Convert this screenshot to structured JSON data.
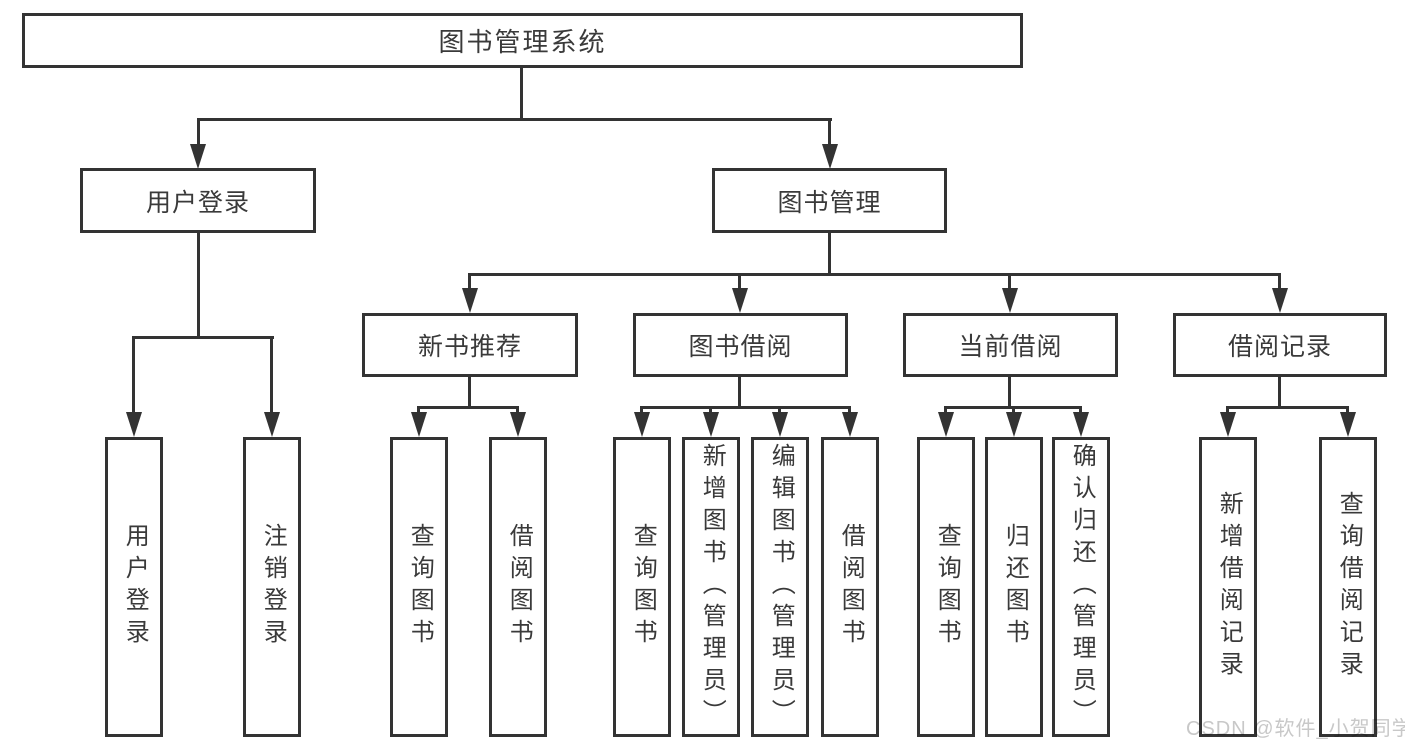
{
  "colors": {
    "line": "#333333",
    "text": "#3a3a3a",
    "watermark": "#c8c8c8",
    "background": "#ffffff"
  },
  "tree": {
    "root": "图书管理系统",
    "children": [
      {
        "label": "用户登录",
        "children": [
          "用户登录",
          "注销登录"
        ]
      },
      {
        "label": "图书管理",
        "children": [
          {
            "label": "新书推荐",
            "children": [
              "查询图书",
              "借阅图书"
            ]
          },
          {
            "label": "图书借阅",
            "children": [
              "查询图书",
              "新增图书（管理员）",
              "编辑图书（管理员）",
              "借阅图书"
            ]
          },
          {
            "label": "当前借阅",
            "children": [
              "查询图书",
              "归还图书",
              "确认归还（管理员）"
            ]
          },
          {
            "label": "借阅记录",
            "children": [
              "新增借阅记录",
              "查询借阅记录"
            ]
          }
        ]
      }
    ]
  },
  "watermark": {
    "text": "CSDN @软件_小贺同学"
  }
}
